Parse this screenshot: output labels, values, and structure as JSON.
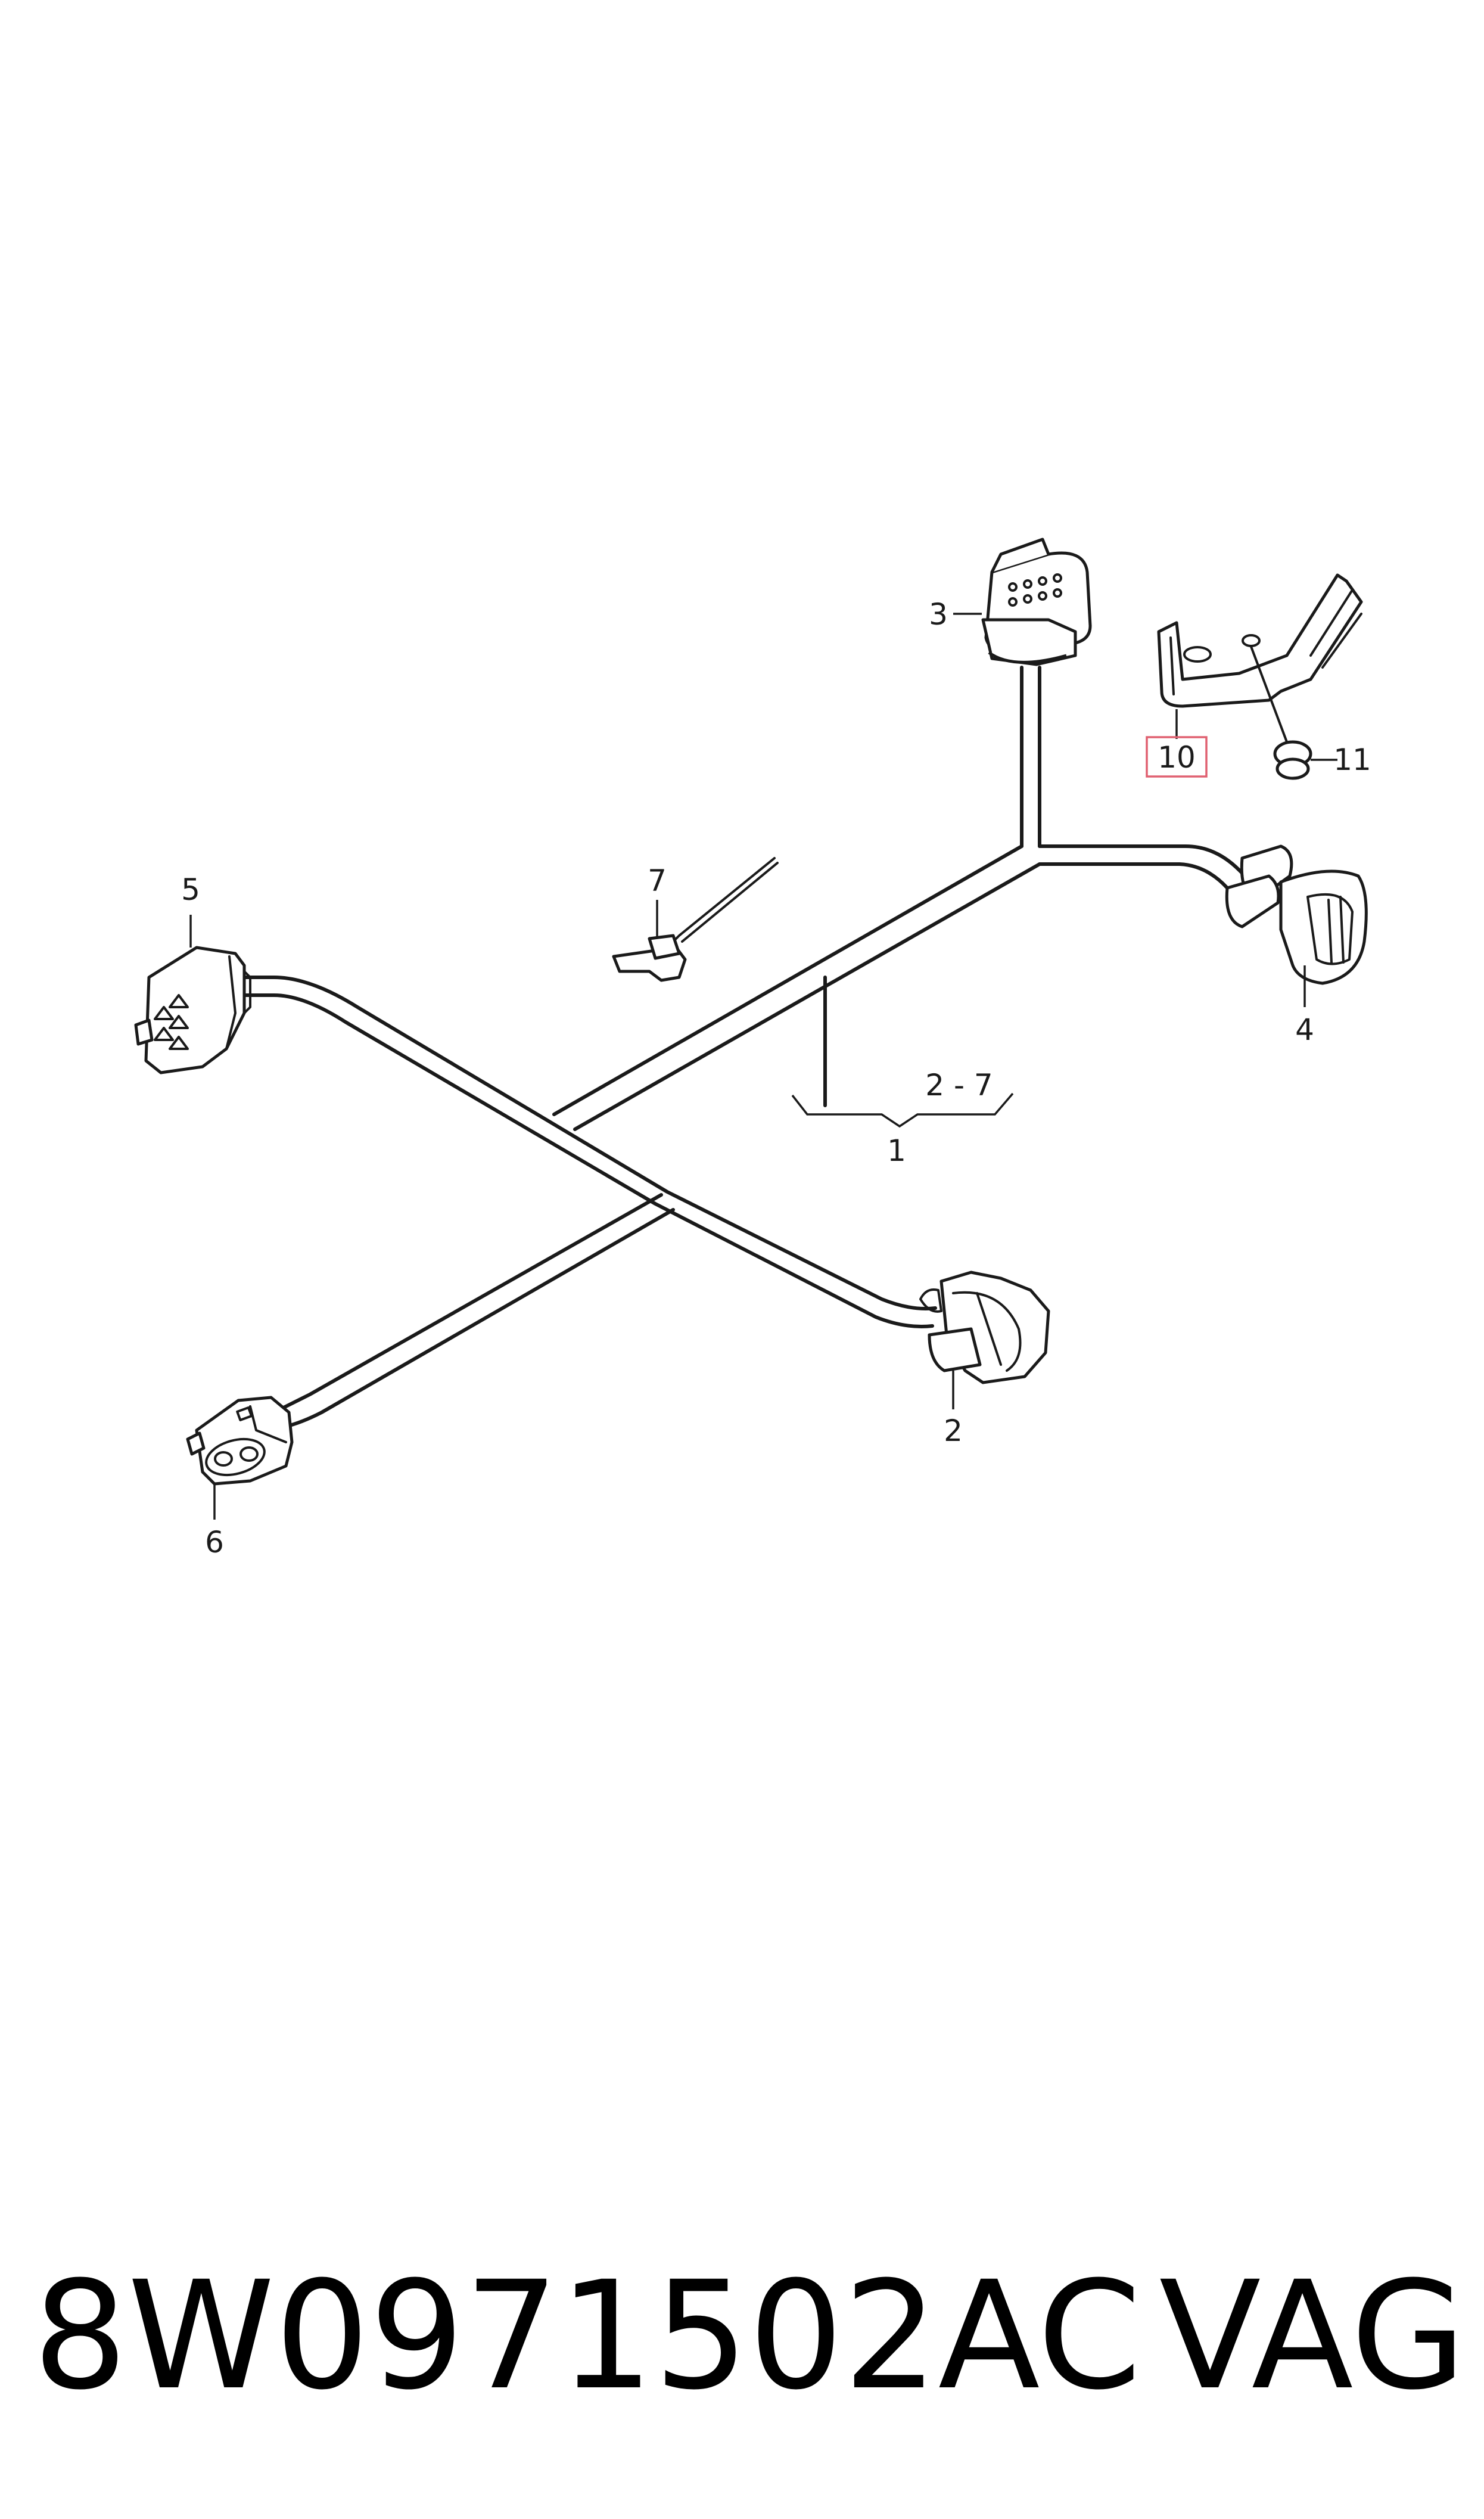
{
  "callouts": {
    "c1": "1",
    "c2": "2",
    "c3": "3",
    "c4": "4",
    "c5": "5",
    "c6": "6",
    "c7": "7",
    "c10": "10",
    "c11": "11",
    "range": "2 - 7"
  },
  "highlight_color": "#e06070",
  "footer": {
    "part_number": "8W0971502AC",
    "brand": "VAG"
  }
}
